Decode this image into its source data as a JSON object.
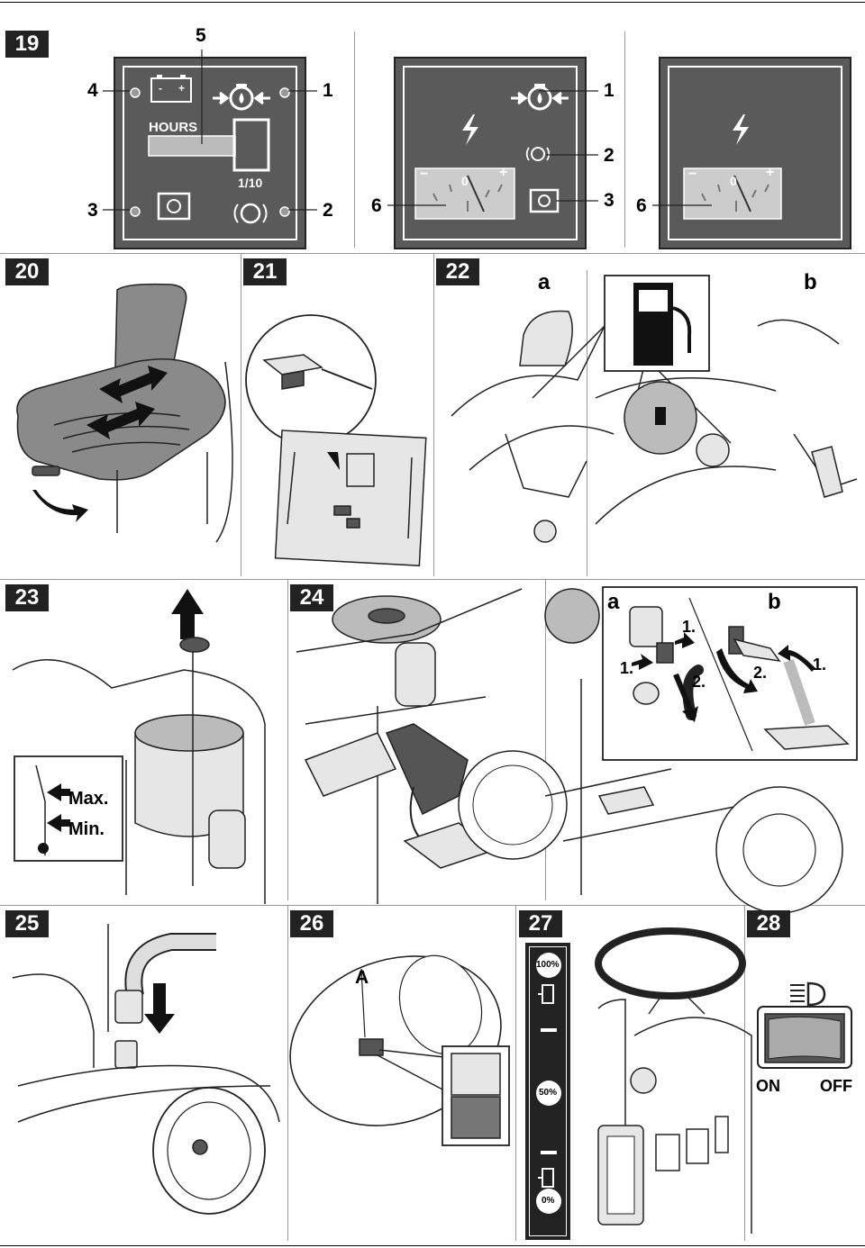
{
  "figures": {
    "f19": {
      "number": "19",
      "dash1": {
        "callouts": {
          "c1": "1",
          "c2": "2",
          "c3": "3",
          "c4": "4",
          "c5": "5"
        },
        "hours_label": "HOURS",
        "fraction_label": "1/10",
        "battery_minus": "-",
        "battery_plus": "+"
      },
      "dash2": {
        "callouts": {
          "c1": "1",
          "c2": "2",
          "c3": "3",
          "c6": "6"
        },
        "gauge_minus": "−",
        "gauge_plus": "+",
        "gauge_zero": "0"
      },
      "dash3": {
        "callouts": {
          "c6": "6"
        },
        "gauge_minus": "−",
        "gauge_plus": "+",
        "gauge_zero": "0"
      }
    },
    "f20": {
      "number": "20"
    },
    "f21": {
      "number": "21"
    },
    "f22": {
      "number": "22",
      "sub_a": "a",
      "sub_b": "b"
    },
    "f23": {
      "number": "23",
      "max_label": "Max.",
      "min_label": "Min."
    },
    "f24": {
      "number": "24",
      "sub_a": "a",
      "sub_b": "b",
      "a_step1": "1.",
      "a_step1b": "1.",
      "a_step2": "2.",
      "b_step1": "1.",
      "b_step2": "2."
    },
    "f25": {
      "number": "25"
    },
    "f26": {
      "number": "26",
      "callout_a": "A"
    },
    "f27": {
      "number": "27",
      "fuel_full": "100%",
      "fuel_half": "50%",
      "fuel_empty": "0%"
    },
    "f28": {
      "number": "28",
      "on_label": "ON",
      "off_label": "OFF"
    }
  },
  "icons": {
    "battery": "battery-icon",
    "oil_pressure": "oil-pressure-icon",
    "parking_brake": "parking-brake-icon",
    "engine_warning": "engine-warning-icon",
    "charge": "lightning-icon",
    "fuel_pump": "fuel-pump-icon",
    "headlight": "headlight-icon"
  },
  "colors": {
    "panel_bg": "#5a5a5a",
    "badge_bg": "#222222",
    "seat_gray": "#8a8a8a"
  }
}
